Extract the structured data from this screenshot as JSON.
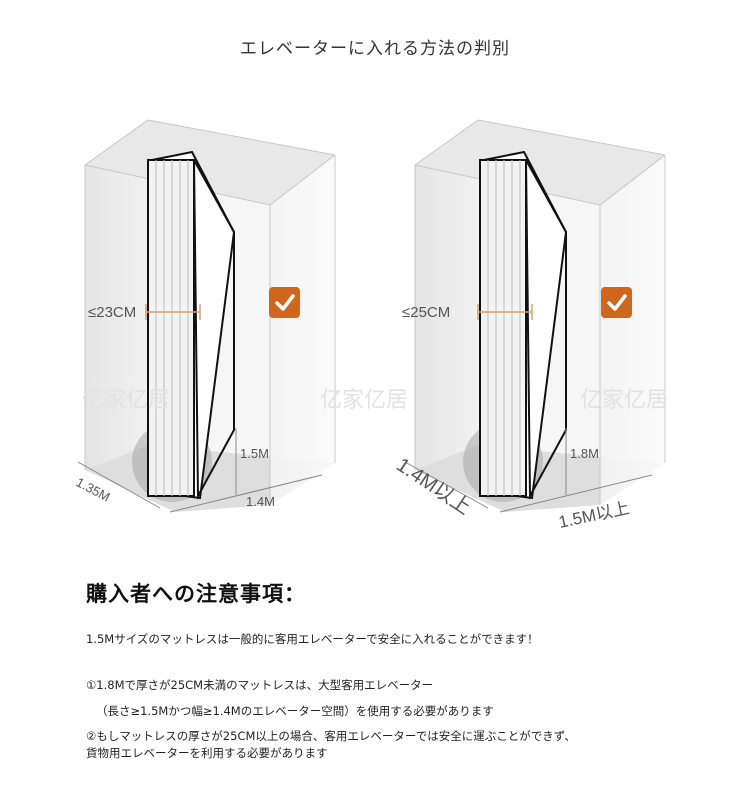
{
  "title": "エレベーターに入れる方法の判別",
  "diagram_left": {
    "width_label": "≤23CM",
    "height_label": "1.5M",
    "depth_label": "1.4M",
    "side_label": "1.35M",
    "check": "check-icon"
  },
  "diagram_right": {
    "width_label": "≤25CM",
    "height_label": "1.8M",
    "depth_label": "1.5M以上",
    "side_label": "1.4M以上",
    "check": "check-icon"
  },
  "watermark": [
    "亿家亿居",
    "亿家亿居",
    "亿家亿居"
  ],
  "colors": {
    "accent": "#d0651c",
    "measure": "#d9a070"
  },
  "notes": {
    "heading": "購入者への注意事項：",
    "line1": "1.5Mサイズのマットレスは一般的に客用エレベーターで安全に入れることができます！",
    "line2": "①1.8Mで厚さが25CM未満のマットレスは、大型客用エレベーター",
    "line3": "（長さ≥1.5Mかつ幅≥1.4Mのエレベーター空間）を使用する必要があります",
    "line4": "②もしマットレスの厚さが25CM以上の場合、客用エレベーターでは安全に運ぶことができず、",
    "line5": "貨物用エレベーターを利用する必要があります"
  }
}
